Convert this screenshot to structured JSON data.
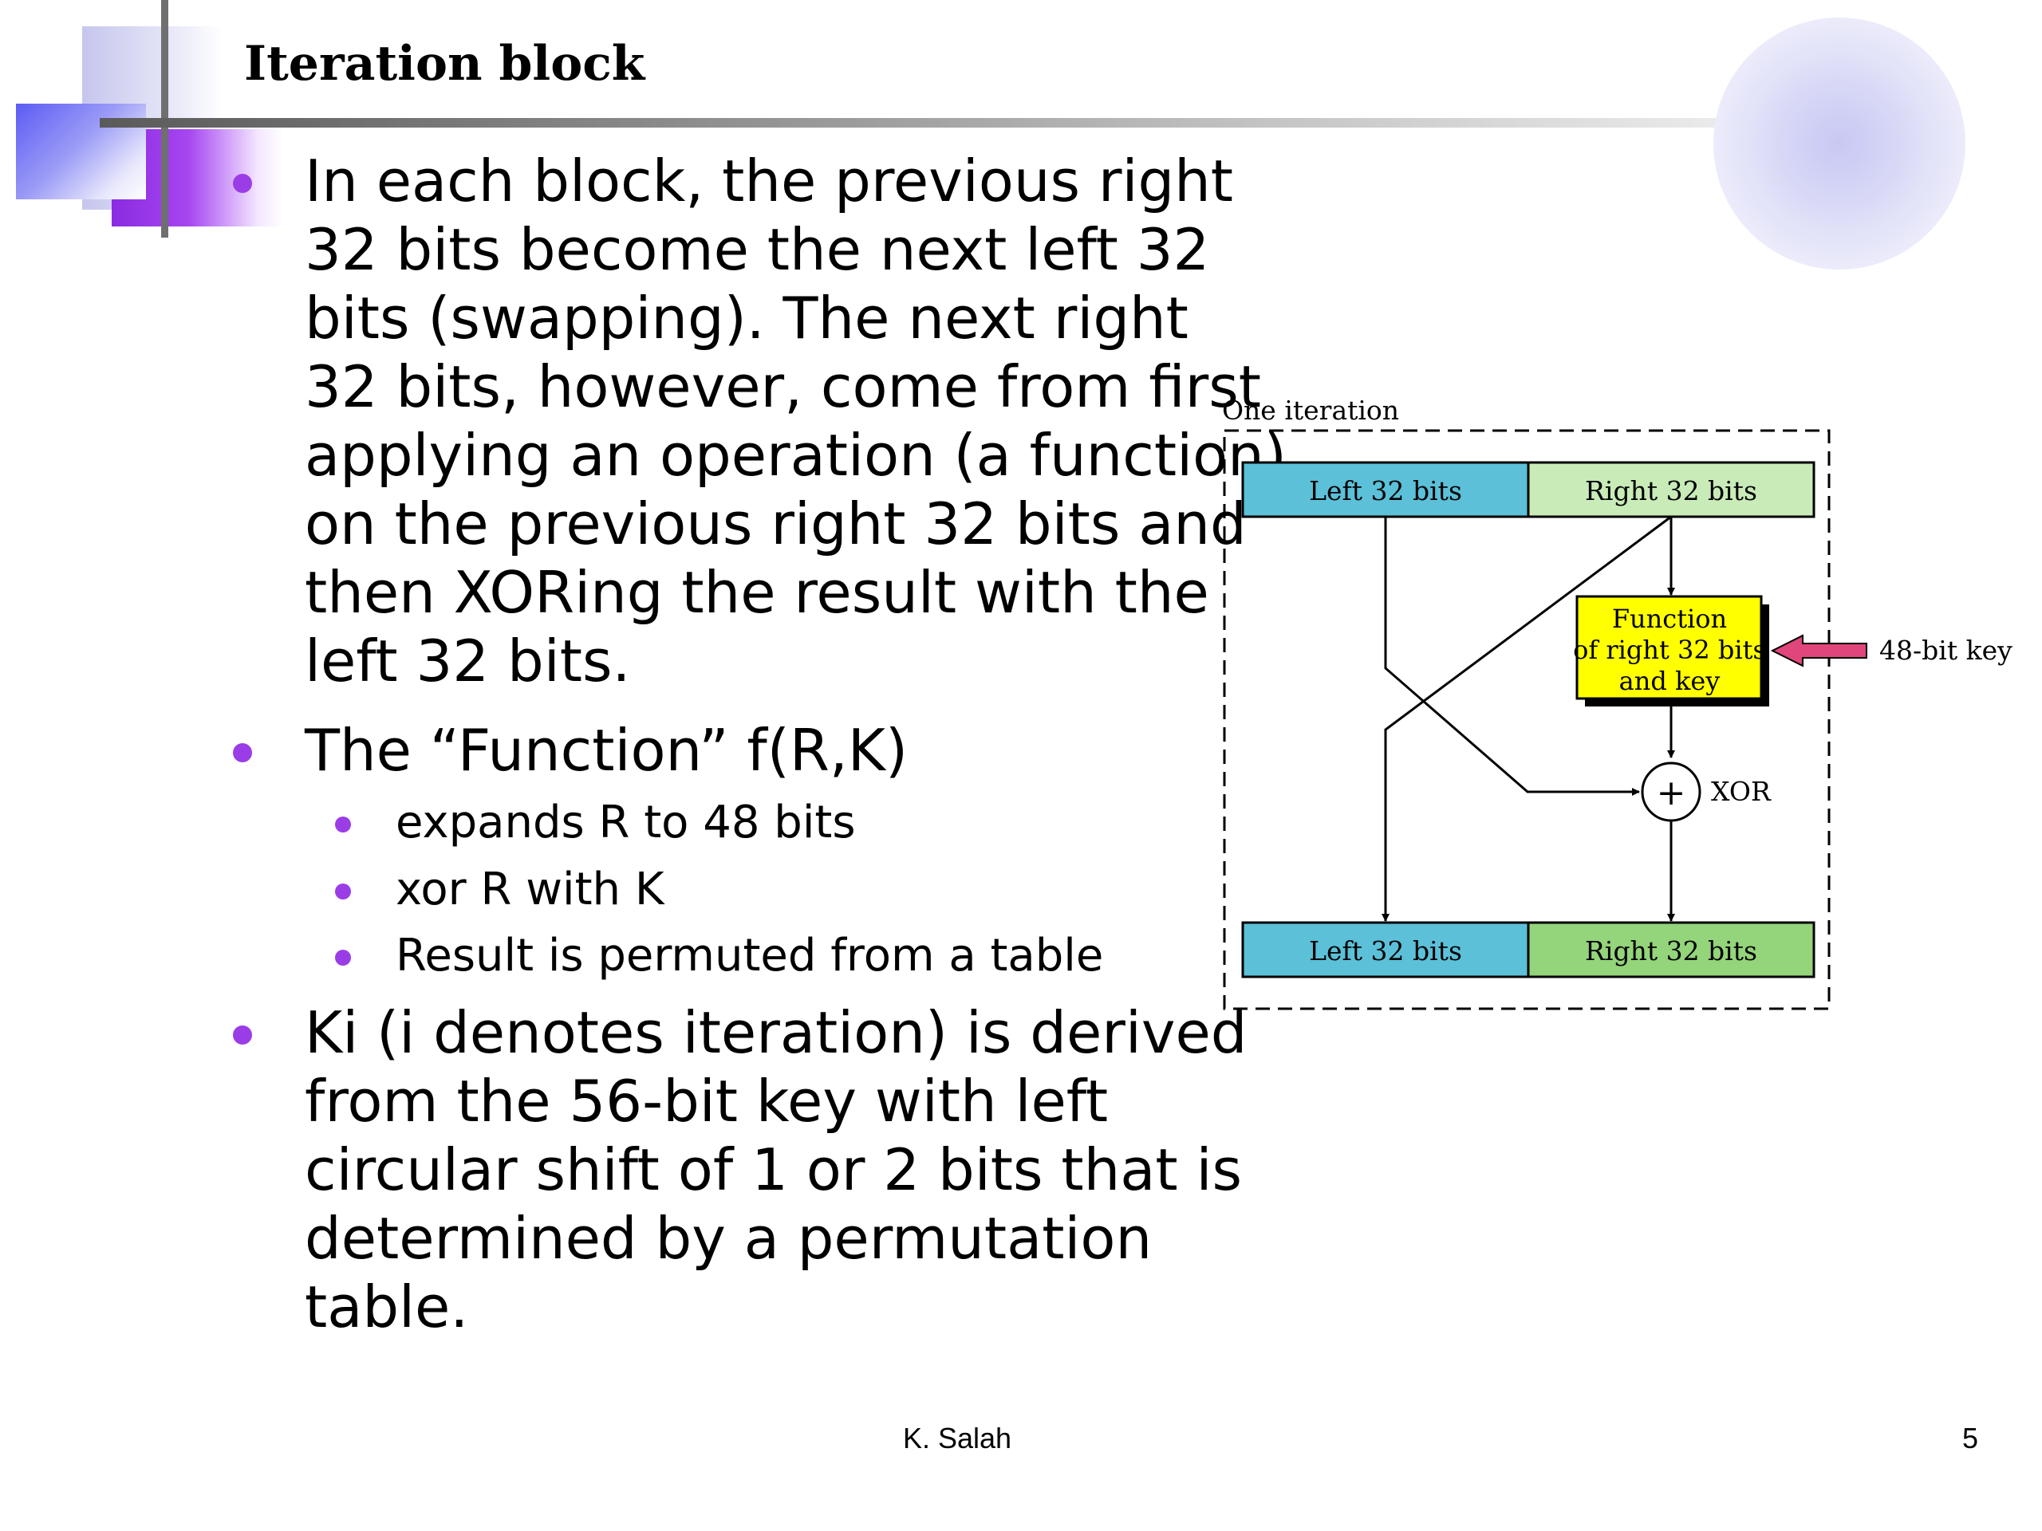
{
  "slide": {
    "title": "Iteration block",
    "bullets": [
      {
        "lines": [
          "In each block, the previous right",
          "32 bits become the next left 32",
          "bits (swapping). The next right",
          "32 bits, however, come from first",
          "applying an operation (a function)",
          "on the previous right 32 bits and",
          "then XORing the result with the",
          "left 32 bits."
        ]
      },
      {
        "lines": [
          "The “Function” f(R,K)"
        ]
      },
      {
        "lines": [
          "Ki (i denotes iteration) is derived",
          "from the 56-bit key with left",
          "circular shift of 1 or 2 bits that is",
          "determined by a permutation",
          "table."
        ]
      }
    ],
    "sub_bullets": [
      "expands R to 48 bits",
      "xor R with K",
      "Result is permuted from a table"
    ]
  },
  "diagram": {
    "caption": "One iteration",
    "top_left_label": "Left 32 bits",
    "top_right_label": "Right 32 bits",
    "function_lines": [
      "Function",
      "of right 32 bits",
      "and key"
    ],
    "key_label": "48-bit key",
    "xor_label": "XOR",
    "xor_symbol": "+",
    "bottom_left_label": "Left 32 bits",
    "bottom_right_label": "Right 32 bits",
    "colors": {
      "left_box": "#5bc0d8",
      "top_right_box": "#c8ebb8",
      "bottom_right_box": "#94d47a",
      "function_box": "#ffff00",
      "key_arrow": "#e0457b"
    }
  },
  "footer": {
    "author": "K. Salah",
    "page": "5"
  }
}
